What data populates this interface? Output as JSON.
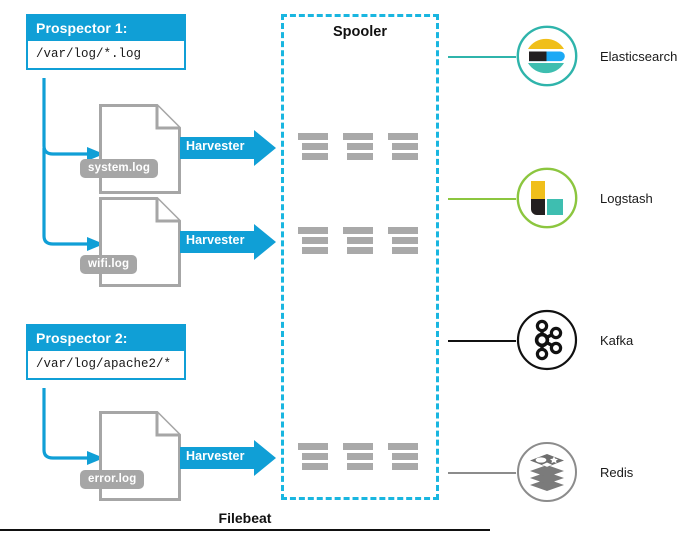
{
  "diagram": {
    "footer_title": "Filebeat",
    "accent_blue": "#109fd6",
    "spooler_dash": "#19b6e0",
    "file_gray": "#a6a6a6",
    "bar_gray": "#a9a9a9"
  },
  "prospectors": [
    {
      "title": "Prospector 1:",
      "path": "/var/log/*.log"
    },
    {
      "title": "Prospector 2:",
      "path": "/var/log/apache2/*"
    }
  ],
  "files": [
    {
      "label": "system.log",
      "icon": "file-document-icon"
    },
    {
      "label": "wifi.log",
      "icon": "file-document-icon"
    },
    {
      "label": "error.log",
      "icon": "file-document-icon"
    }
  ],
  "harvesters": [
    {
      "label": "Harvester"
    },
    {
      "label": "Harvester"
    },
    {
      "label": "Harvester"
    }
  ],
  "spooler": {
    "title": "Spooler",
    "groups": 3,
    "bars_per_group": 3
  },
  "outputs": [
    {
      "label": "Elasticsearch",
      "icon": "elasticsearch-logo-icon",
      "line_color": "#2fb4ab",
      "ring_color": "#2fb4ab"
    },
    {
      "label": "Logstash",
      "icon": "logstash-logo-icon",
      "line_color": "#8cc63f",
      "ring_color": "#8cc63f"
    },
    {
      "label": "Kafka",
      "icon": "kafka-logo-icon",
      "line_color": "#111111",
      "ring_color": "#111111"
    },
    {
      "label": "Redis",
      "icon": "redis-logo-icon",
      "line_color": "#8c8c8c",
      "ring_color": "#8c8c8c"
    }
  ]
}
